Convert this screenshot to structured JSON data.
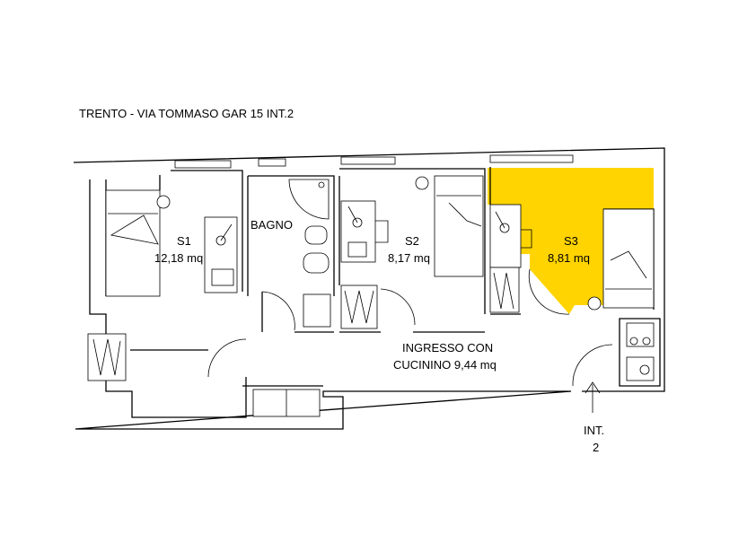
{
  "address": "TRENTO - VIA TOMMASO GAR 15 INT.2",
  "highlight_color": "#FFD400",
  "rooms": [
    {
      "id": "s1",
      "name": "S1",
      "area": "12,18 mq"
    },
    {
      "id": "bagno",
      "name": "BAGNO"
    },
    {
      "id": "s2",
      "name": "S2",
      "area": "8,17 mq"
    },
    {
      "id": "s3",
      "name": "S3",
      "area": "8,81 mq",
      "highlighted": true
    },
    {
      "id": "ingresso",
      "name": "INGRESSO CON",
      "area": "CUCININO 9,44 mq"
    }
  ],
  "entrance": {
    "line1": "INT.",
    "line2": "2",
    "icon": "arrow-up-icon"
  }
}
